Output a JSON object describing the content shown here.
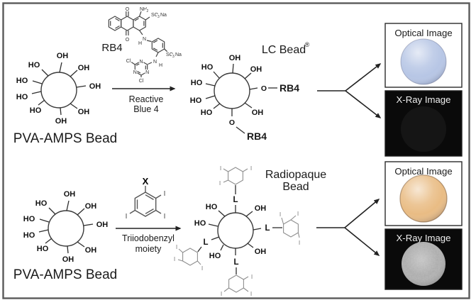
{
  "shared_atoms": {
    "oh": "OH",
    "ho": "HO",
    "o": "O",
    "l": "L",
    "i": "I",
    "n": "N",
    "h": "H",
    "cl": "Cl",
    "nh": "NH",
    "sub_2": "2",
    "so": "SO",
    "sub_3": "3",
    "na": "Na"
  },
  "top_row": {
    "reactant_bead_name": "PVA-AMPS Bead",
    "reagent_label": "RB4",
    "arrow_caption": [
      "Reactive",
      "Blue 4"
    ],
    "product_bead_name": "LC Bead",
    "registered_symbol": "®",
    "product_substituent": "RB4",
    "optical_box": {
      "title": "Optical Image",
      "bead_color": "#b7c6e5"
    },
    "xray_box": {
      "title": "X-Ray Image",
      "bead_color": "#151515"
    }
  },
  "bottom_row": {
    "reactant_bead_name": "PVA-AMPS Bead",
    "reagent_substituent_label": "X",
    "arrow_caption": [
      "Triiodobenzyl",
      "moiety"
    ],
    "product_bead_name": [
      "Radiopaque",
      "Bead"
    ],
    "linker_label": "L",
    "optical_box": {
      "title": "Optical Image",
      "bead_color": "#e9bc84"
    },
    "xray_box": {
      "title": "X-Ray Image",
      "bead_color": "#a9a9a9"
    }
  },
  "styles": {
    "border_color": "#5a5a5a",
    "xray_bg": "#0a0a0a"
  }
}
